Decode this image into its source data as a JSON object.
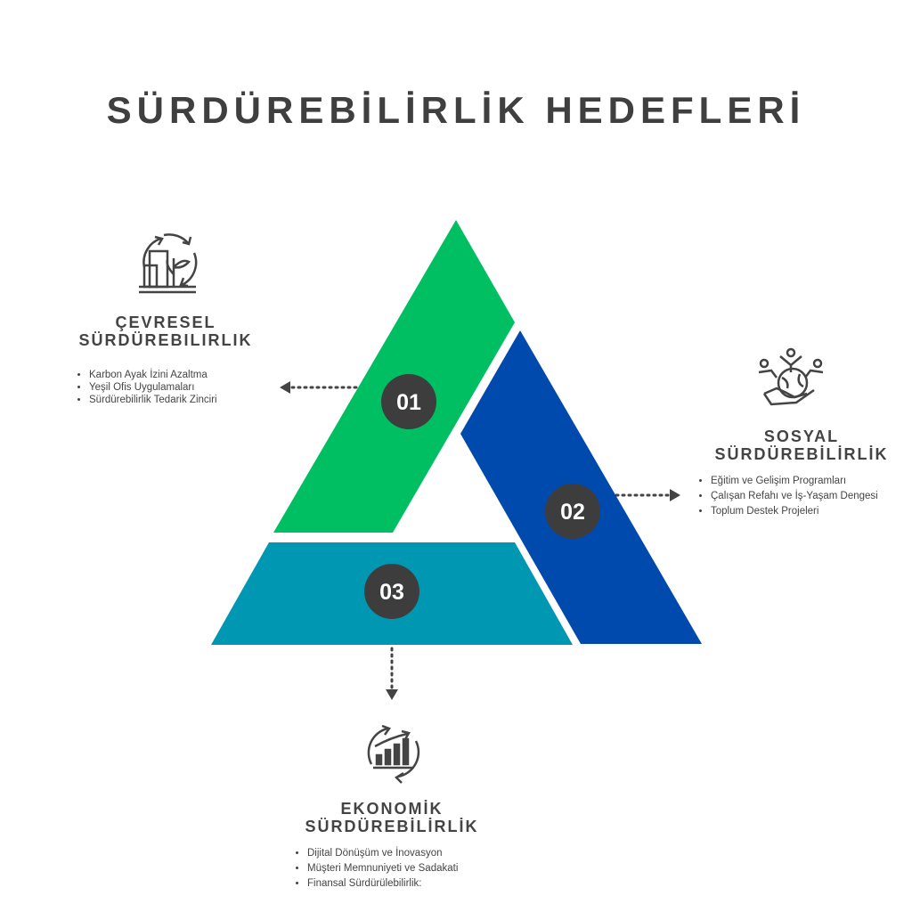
{
  "title": "SÜRDÜREBİLİRLİK HEDEFLERİ",
  "colors": {
    "green": "#00BF63",
    "blue": "#004AAD",
    "teal": "#0097B2",
    "badge": "#3d3d3d",
    "text": "#444444"
  },
  "sections": [
    {
      "number": "01",
      "title_line1": "ÇEVRESEL",
      "title_line2": "SÜRDÜREBILIRLIK",
      "icon": "eco-building-recycle-icon",
      "items": [
        "Karbon Ayak İzini Azaltma",
        "Yeşil Ofis Uygulamaları",
        "Sürdürebilirlik Tedarik Zinciri"
      ]
    },
    {
      "number": "02",
      "title_line1": "SOSYAL",
      "title_line2": "SÜRDÜREBİLİRLİK",
      "icon": "hand-globe-people-icon",
      "items": [
        "Eğitim ve Gelişim Programları",
        "Çalışan Refahı ve İş-Yaşam Dengesi",
        "Toplum Destek Projeleri"
      ]
    },
    {
      "number": "03",
      "title_line1": "EKONOMİK",
      "title_line2": "SÜRDÜREBİLİRLİK",
      "icon": "growth-chart-icon",
      "items": [
        "Dijital Dönüşüm ve İnovasyon",
        "Müşteri Memnuniyeti ve Sadakati",
        "Finansal Sürdürülebilirlik:"
      ]
    }
  ]
}
